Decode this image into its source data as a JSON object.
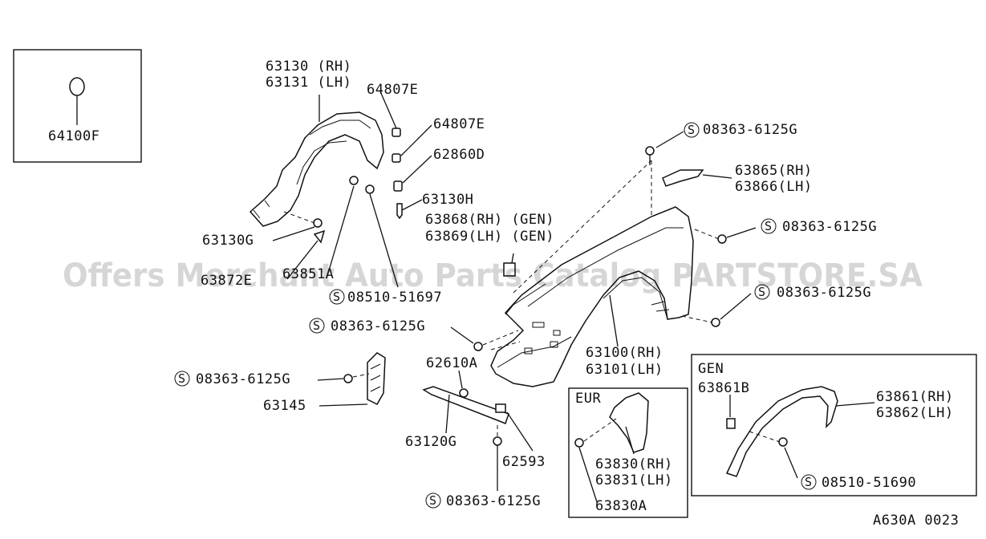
{
  "parts": {
    "p64100f": "64100F",
    "p63130rh": "63130 (RH)",
    "p63131lh": "63131 (LH)",
    "p64807e_1": "64807E",
    "p64807e_2": "64807E",
    "p62860d": "62860D",
    "p63130h": "63130H",
    "p63868": "63868(RH) (GEN)",
    "p63869": "63869(LH) (GEN)",
    "p63130g": "63130G",
    "p63872e": "63872E",
    "p63851a": "63851A",
    "p08510_51697": "08510-51697",
    "p08363_top": "08363-6125G",
    "p63865": "63865(RH)",
    "p63866": "63866(LH)",
    "p08363_right": "08363-6125G",
    "p08363_mid": "08363-6125G",
    "p08363_left": "08363-6125G",
    "p08363_hinge": "08363-6125G",
    "p63145": "63145",
    "p62610a": "62610A",
    "p63100": "63100(RH)",
    "p63101": "63101(LH)",
    "p63120g": "63120G",
    "p62593": "62593",
    "p08363_bottom": "08363-6125G",
    "p63830": "63830(RH)",
    "p63831": "63831(LH)",
    "p63830a": "63830A",
    "p63861b": "63861B",
    "p63861": "63861(RH)",
    "p63862": "63862(LH)",
    "p08510_51690": "08510-51690"
  },
  "groups": {
    "eur_label": "EUR",
    "gen_label": "GEN"
  },
  "screw_symbol": "S",
  "diagram_code": "A630A 0023",
  "watermark": "Offers Merchant Auto Parts Catalog PARTSTORE.SA"
}
